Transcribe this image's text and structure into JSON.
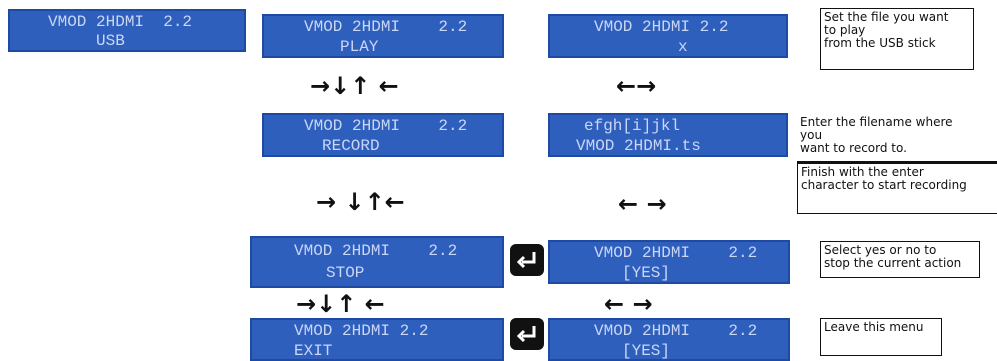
{
  "screens": {
    "usb": {
      "line1": "VMOD 2HDMI  2.2",
      "line2": "USB"
    },
    "play": {
      "line1": "VMOD 2HDMI    2.2",
      "line2": "PLAY"
    },
    "playfile": {
      "line1": "VMOD 2HDMI 2.2",
      "line2": "x"
    },
    "record": {
      "line1": "VMOD 2HDMI    2.2",
      "line2": "RECORD"
    },
    "filename": {
      "line1": "efgh[i]jkl",
      "line2": "VMOD 2HDMI.ts"
    },
    "stop": {
      "line1": "VMOD 2HDMI    2.2",
      "line2": "STOP"
    },
    "stopconf": {
      "line1": "VMOD 2HDMI    2.2",
      "line2": "[YES]"
    },
    "exit": {
      "line1": "VMOD 2HDMI 2.2",
      "line2": "EXIT"
    },
    "exitconf": {
      "line1": "VMOD 2HDMI    2.2",
      "line2": "[YES]"
    }
  },
  "arrows": {
    "nav": "→↓↑ ←",
    "lr": "←→",
    "nav_spaced": "→ ↓↑←",
    "lr_spaced": "← →"
  },
  "notes": {
    "play": "Set the file you want\nto play\nfrom the USB stick",
    "record_a": "Enter the filename where\nyou\nwant to record to.",
    "record_b": "Finish with the enter\ncharacter to start recording",
    "stop": "Select yes or no to\nstop the current action",
    "exit": "Leave this menu"
  },
  "icons": {
    "enter": "enter-key-icon"
  },
  "colors": {
    "lcd_bg": "#2f5fbd",
    "lcd_text": "#c9d6f5"
  }
}
